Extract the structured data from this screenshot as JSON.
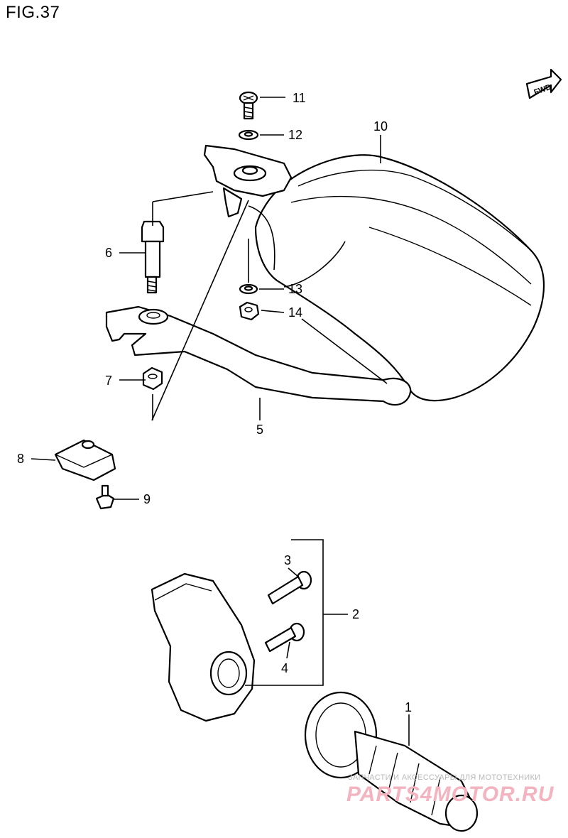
{
  "figure": {
    "title": "FIG.37"
  },
  "fwd_badge": {
    "text": "FWD"
  },
  "callouts": [
    {
      "num": "1"
    },
    {
      "num": "2"
    },
    {
      "num": "3"
    },
    {
      "num": "4"
    },
    {
      "num": "5"
    },
    {
      "num": "6"
    },
    {
      "num": "7"
    },
    {
      "num": "8"
    },
    {
      "num": "9"
    },
    {
      "num": "10"
    },
    {
      "num": "11"
    },
    {
      "num": "12"
    },
    {
      "num": "13"
    },
    {
      "num": "14"
    }
  ],
  "watermark": {
    "tagline": "ЗАПЧАСТИ И АКСЕССУАРЫ ДЛЯ МОТОТЕХНИКИ",
    "logo_text": "PARTS4MOTOR.RU"
  }
}
